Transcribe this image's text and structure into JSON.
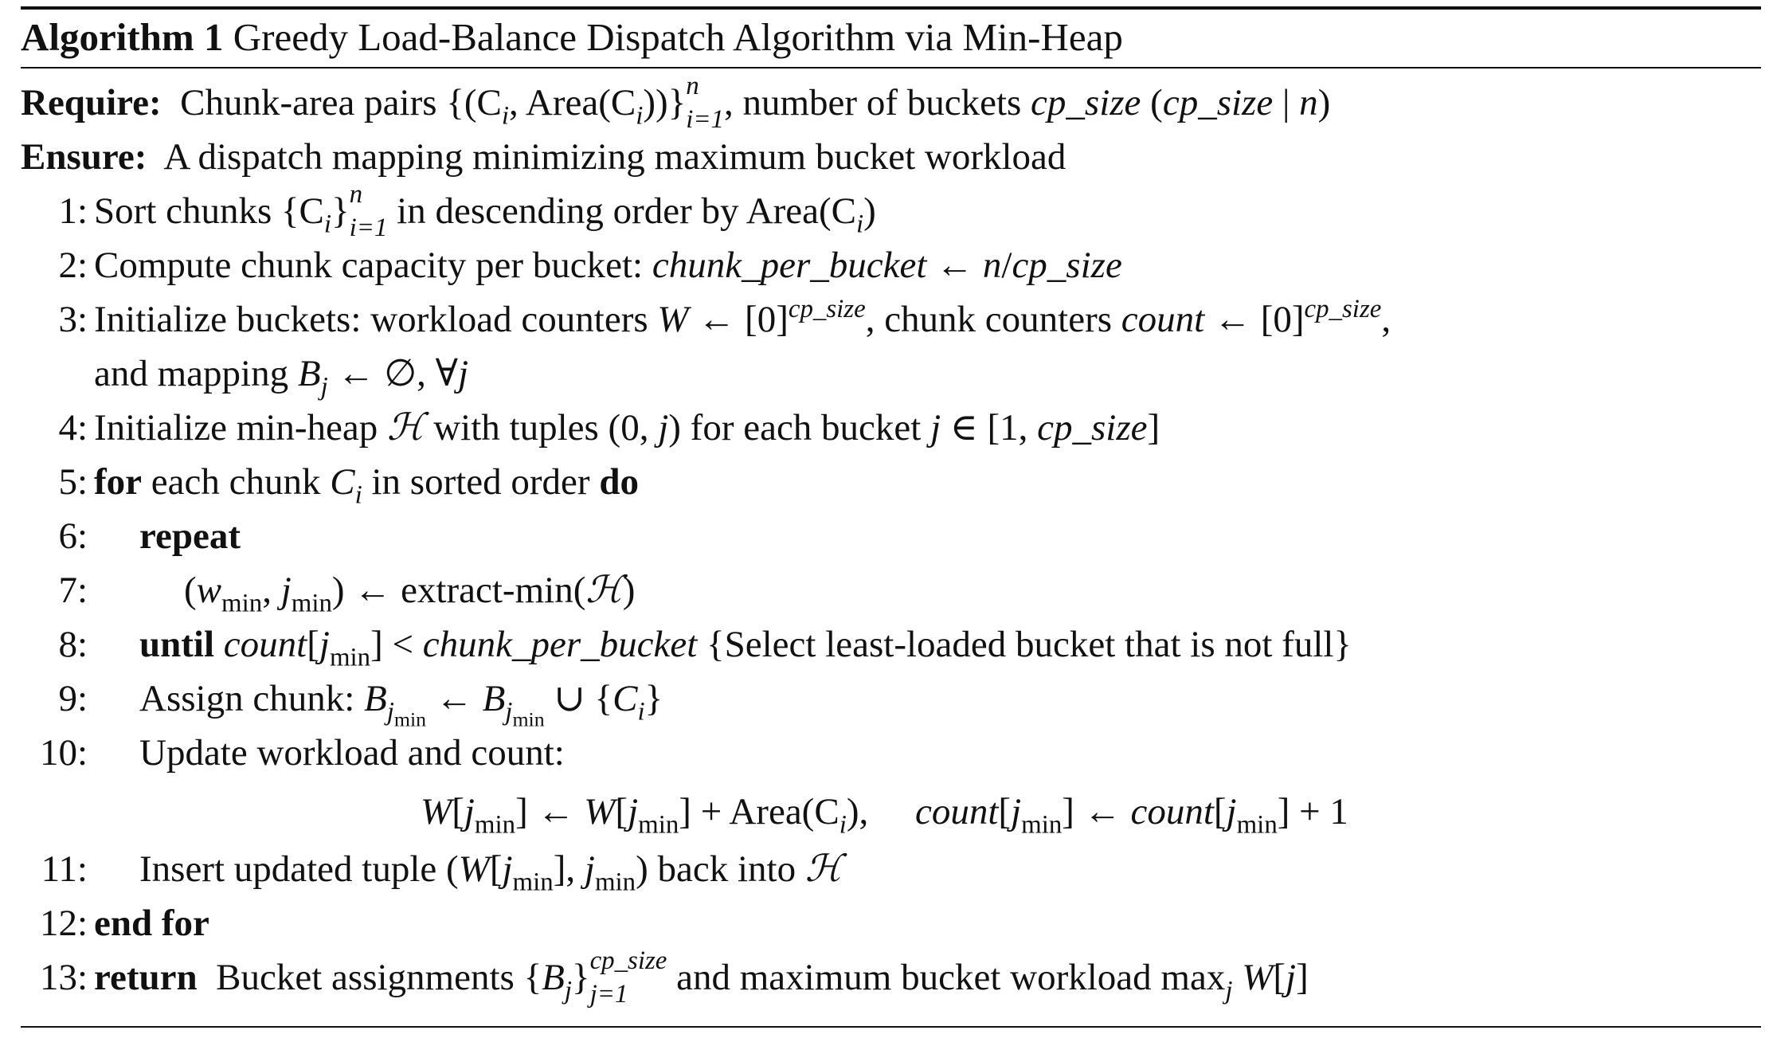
{
  "caption": {
    "label": "Algorithm 1",
    "title": "Greedy Load-Balance Dispatch Algorithm via Min-Heap"
  },
  "lines": [
    {
      "num": "",
      "indent": -1,
      "seg": [
        [
          "b",
          "Require:"
        ],
        [
          "r",
          "  Chunk-area pairs {(C"
        ],
        [
          "isub",
          "i"
        ],
        [
          "r",
          ", Area(C"
        ],
        [
          "isub",
          "i"
        ],
        [
          "r",
          "))}"
        ],
        [
          "iss",
          "n",
          "i=1"
        ],
        [
          "r",
          ", number of buckets "
        ],
        [
          "i",
          "cp_size"
        ],
        [
          "r",
          " ("
        ],
        [
          "i",
          "cp_size"
        ],
        [
          "r",
          " | "
        ],
        [
          "i",
          "n"
        ],
        [
          "r",
          ")"
        ]
      ]
    },
    {
      "num": "",
      "indent": -1,
      "seg": [
        [
          "b",
          "Ensure:"
        ],
        [
          "r",
          "  A dispatch mapping minimizing maximum bucket workload"
        ]
      ]
    },
    {
      "num": "1:",
      "indent": 0,
      "seg": [
        [
          "r",
          "Sort chunks {C"
        ],
        [
          "isub",
          "i"
        ],
        [
          "r",
          "}"
        ],
        [
          "iss",
          "n",
          "i=1"
        ],
        [
          "r",
          " in descending order by Area(C"
        ],
        [
          "isub",
          "i"
        ],
        [
          "r",
          ")"
        ]
      ]
    },
    {
      "num": "2:",
      "indent": 0,
      "seg": [
        [
          "r",
          "Compute chunk capacity per bucket: "
        ],
        [
          "i",
          "chunk_per_bucket"
        ],
        [
          "r",
          " ← "
        ],
        [
          "i",
          "n"
        ],
        [
          "r",
          "/"
        ],
        [
          "i",
          "cp_size"
        ]
      ]
    },
    {
      "num": "3:",
      "indent": 0,
      "seg": [
        [
          "r",
          "Initialize buckets: workload counters "
        ],
        [
          "i",
          "W"
        ],
        [
          "r",
          " ← [0]"
        ],
        [
          "isup",
          "cp_size"
        ],
        [
          "r",
          ", chunk counters "
        ],
        [
          "i",
          "count"
        ],
        [
          "r",
          " ← [0]"
        ],
        [
          "isup",
          "cp_size"
        ],
        [
          "r",
          ","
        ]
      ]
    },
    {
      "num": "",
      "indent": 0,
      "seg": [
        [
          "r",
          "and mapping "
        ],
        [
          "i",
          "B"
        ],
        [
          "isub",
          "j"
        ],
        [
          "r",
          " ← ∅, ∀"
        ],
        [
          "i",
          "j"
        ]
      ]
    },
    {
      "num": "4:",
      "indent": 0,
      "seg": [
        [
          "r",
          "Initialize min-heap "
        ],
        [
          "i",
          "ℋ"
        ],
        [
          "r",
          " with tuples (0, "
        ],
        [
          "i",
          "j"
        ],
        [
          "r",
          ") for each bucket "
        ],
        [
          "i",
          "j"
        ],
        [
          "r",
          " ∈ [1, "
        ],
        [
          "i",
          "cp_size"
        ],
        [
          "r",
          "]"
        ]
      ]
    },
    {
      "num": "5:",
      "indent": 0,
      "seg": [
        [
          "b",
          "for"
        ],
        [
          "r",
          " each chunk "
        ],
        [
          "i",
          "C"
        ],
        [
          "isub",
          "i"
        ],
        [
          "r",
          " in sorted order "
        ],
        [
          "b",
          "do"
        ]
      ]
    },
    {
      "num": "6:",
      "indent": 1,
      "seg": [
        [
          "b",
          "repeat"
        ]
      ]
    },
    {
      "num": "7:",
      "indent": 2,
      "seg": [
        [
          "r",
          "("
        ],
        [
          "i",
          "w"
        ],
        [
          "sub",
          "min"
        ],
        [
          "r",
          ", "
        ],
        [
          "i",
          "j"
        ],
        [
          "sub",
          "min"
        ],
        [
          "r",
          ") ← extract-min("
        ],
        [
          "i",
          "ℋ"
        ],
        [
          "r",
          ")"
        ]
      ]
    },
    {
      "num": "8:",
      "indent": 1,
      "seg": [
        [
          "b",
          "until"
        ],
        [
          "r",
          " "
        ],
        [
          "i",
          "count"
        ],
        [
          "r",
          "["
        ],
        [
          "i",
          "j"
        ],
        [
          "sub",
          "min"
        ],
        [
          "r",
          "] < "
        ],
        [
          "i",
          "chunk_per_bucket"
        ],
        [
          "r",
          " {Select least-loaded bucket that is not full}"
        ]
      ]
    },
    {
      "num": "9:",
      "indent": 1,
      "seg": [
        [
          "r",
          "Assign chunk: "
        ],
        [
          "i",
          "B"
        ],
        [
          "isub",
          "j"
        ],
        [
          "ssub",
          "min"
        ],
        [
          "r",
          " ← "
        ],
        [
          "i",
          "B"
        ],
        [
          "isub",
          "j"
        ],
        [
          "ssub",
          "min"
        ],
        [
          "r",
          " ∪ {"
        ],
        [
          "i",
          "C"
        ],
        [
          "isub",
          "i"
        ],
        [
          "r",
          "}"
        ]
      ]
    },
    {
      "num": "10:",
      "indent": 1,
      "seg": [
        [
          "r",
          "Update workload and count:"
        ]
      ]
    },
    {
      "num": "",
      "indent": "eq",
      "seg": [
        [
          "i",
          "W"
        ],
        [
          "r",
          "["
        ],
        [
          "i",
          "j"
        ],
        [
          "sub",
          "min"
        ],
        [
          "r",
          "] ← "
        ],
        [
          "i",
          "W"
        ],
        [
          "r",
          "["
        ],
        [
          "i",
          "j"
        ],
        [
          "sub",
          "min"
        ],
        [
          "r",
          "] + Area(C"
        ],
        [
          "isub",
          "i"
        ],
        [
          "r",
          "),     "
        ],
        [
          "i",
          "count"
        ],
        [
          "r",
          "["
        ],
        [
          "i",
          "j"
        ],
        [
          "sub",
          "min"
        ],
        [
          "r",
          "] ← "
        ],
        [
          "i",
          "count"
        ],
        [
          "r",
          "["
        ],
        [
          "i",
          "j"
        ],
        [
          "sub",
          "min"
        ],
        [
          "r",
          "] + 1"
        ]
      ]
    },
    {
      "num": "11:",
      "indent": 1,
      "seg": [
        [
          "r",
          "Insert updated tuple ("
        ],
        [
          "i",
          "W"
        ],
        [
          "r",
          "["
        ],
        [
          "i",
          "j"
        ],
        [
          "sub",
          "min"
        ],
        [
          "r",
          "], "
        ],
        [
          "i",
          "j"
        ],
        [
          "sub",
          "min"
        ],
        [
          "r",
          ") back into "
        ],
        [
          "i",
          "ℋ"
        ]
      ]
    },
    {
      "num": "12:",
      "indent": 0,
      "seg": [
        [
          "b",
          "end for"
        ]
      ]
    },
    {
      "num": "13:",
      "indent": 0,
      "seg": [
        [
          "b",
          "return"
        ],
        [
          "r",
          "  Bucket assignments {"
        ],
        [
          "i",
          "B"
        ],
        [
          "isub",
          "j"
        ],
        [
          "r",
          "}"
        ],
        [
          "iss",
          "cp_size",
          "j=1"
        ],
        [
          "r",
          " and maximum bucket workload max"
        ],
        [
          "isub",
          "j"
        ],
        [
          "r",
          " "
        ],
        [
          "i",
          "W"
        ],
        [
          "r",
          "["
        ],
        [
          "i",
          "j"
        ],
        [
          "r",
          "]"
        ]
      ]
    }
  ]
}
